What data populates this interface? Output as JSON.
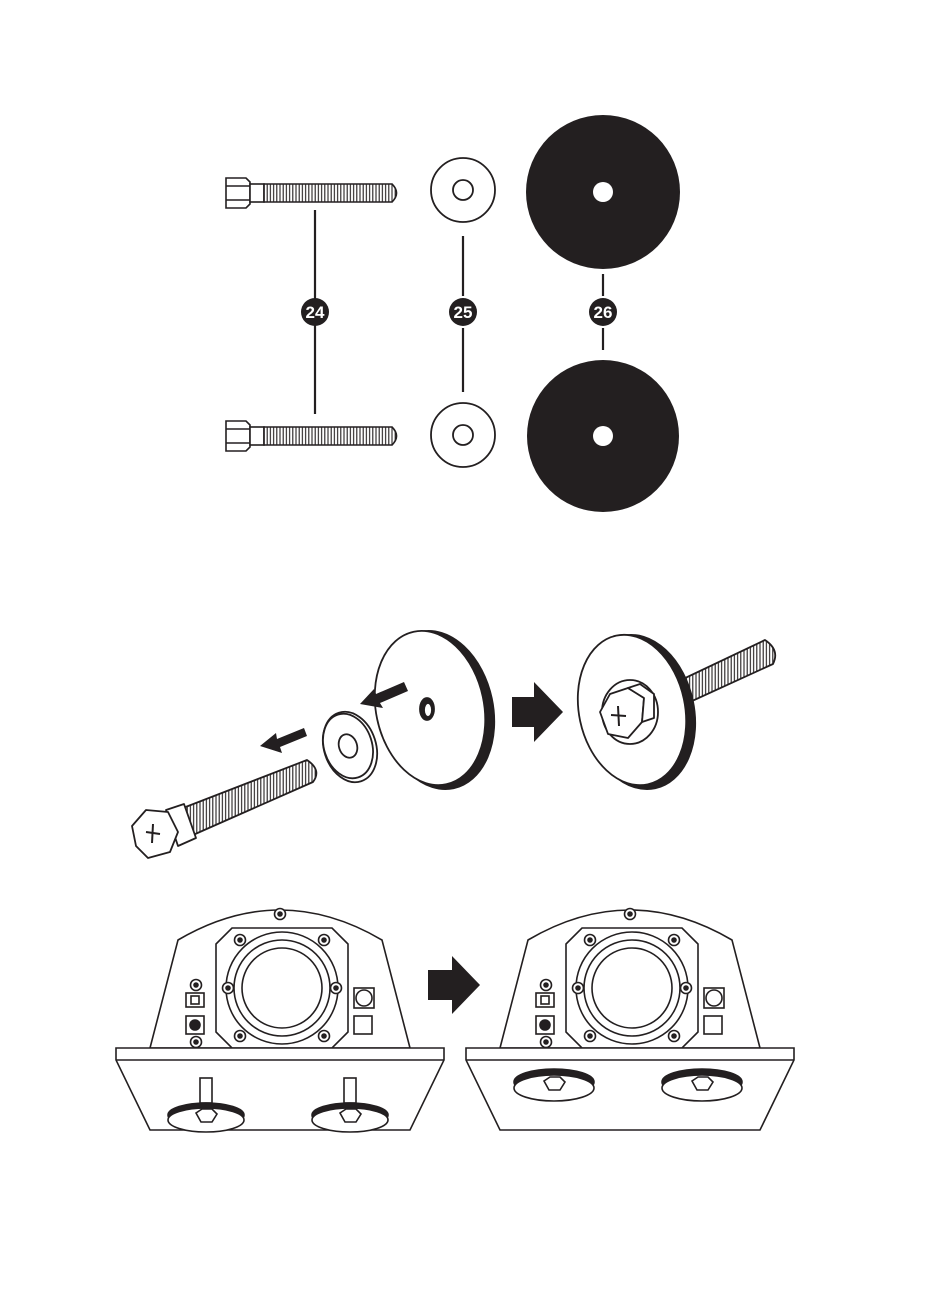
{
  "parts": {
    "bolt": {
      "number": "24"
    },
    "washer": {
      "number": "25"
    },
    "pad": {
      "number": "26"
    }
  },
  "colors": {
    "ink": "#231f20",
    "paper": "#ffffff"
  }
}
